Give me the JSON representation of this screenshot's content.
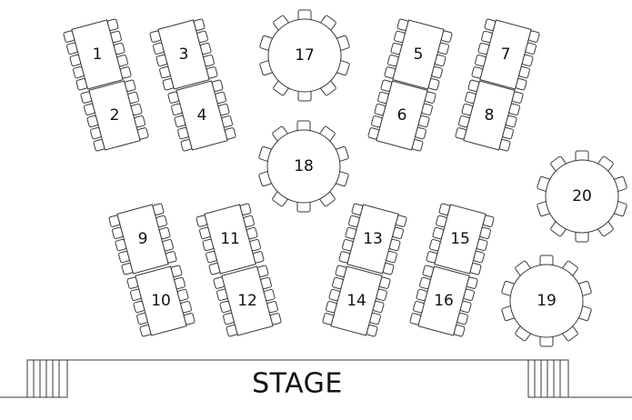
{
  "stage": {
    "label": "STAGE"
  },
  "colors": {
    "line": "#3a3a3a",
    "background": "#ffffff",
    "text": "#111111"
  },
  "tables": [
    {
      "number": "1",
      "shape": "banquet-rectangle",
      "chairs": 5
    },
    {
      "number": "2",
      "shape": "banquet-rectangle",
      "chairs": 5
    },
    {
      "number": "3",
      "shape": "banquet-rectangle",
      "chairs": 5
    },
    {
      "number": "4",
      "shape": "banquet-rectangle",
      "chairs": 5
    },
    {
      "number": "5",
      "shape": "banquet-rectangle",
      "chairs": 5
    },
    {
      "number": "6",
      "shape": "banquet-rectangle",
      "chairs": 5
    },
    {
      "number": "7",
      "shape": "banquet-rectangle",
      "chairs": 5
    },
    {
      "number": "8",
      "shape": "banquet-rectangle",
      "chairs": 5
    },
    {
      "number": "9",
      "shape": "banquet-rectangle",
      "chairs": 5
    },
    {
      "number": "10",
      "shape": "banquet-rectangle",
      "chairs": 5
    },
    {
      "number": "11",
      "shape": "banquet-rectangle",
      "chairs": 5
    },
    {
      "number": "12",
      "shape": "banquet-rectangle",
      "chairs": 5
    },
    {
      "number": "13",
      "shape": "banquet-rectangle",
      "chairs": 5
    },
    {
      "number": "14",
      "shape": "banquet-rectangle",
      "chairs": 5
    },
    {
      "number": "15",
      "shape": "banquet-rectangle",
      "chairs": 5
    },
    {
      "number": "16",
      "shape": "banquet-rectangle",
      "chairs": 5
    },
    {
      "number": "17",
      "shape": "round",
      "chairs": 10
    },
    {
      "number": "18",
      "shape": "round",
      "chairs": 10
    },
    {
      "number": "19",
      "shape": "round",
      "chairs": 10
    },
    {
      "number": "20",
      "shape": "round",
      "chairs": 10
    }
  ]
}
